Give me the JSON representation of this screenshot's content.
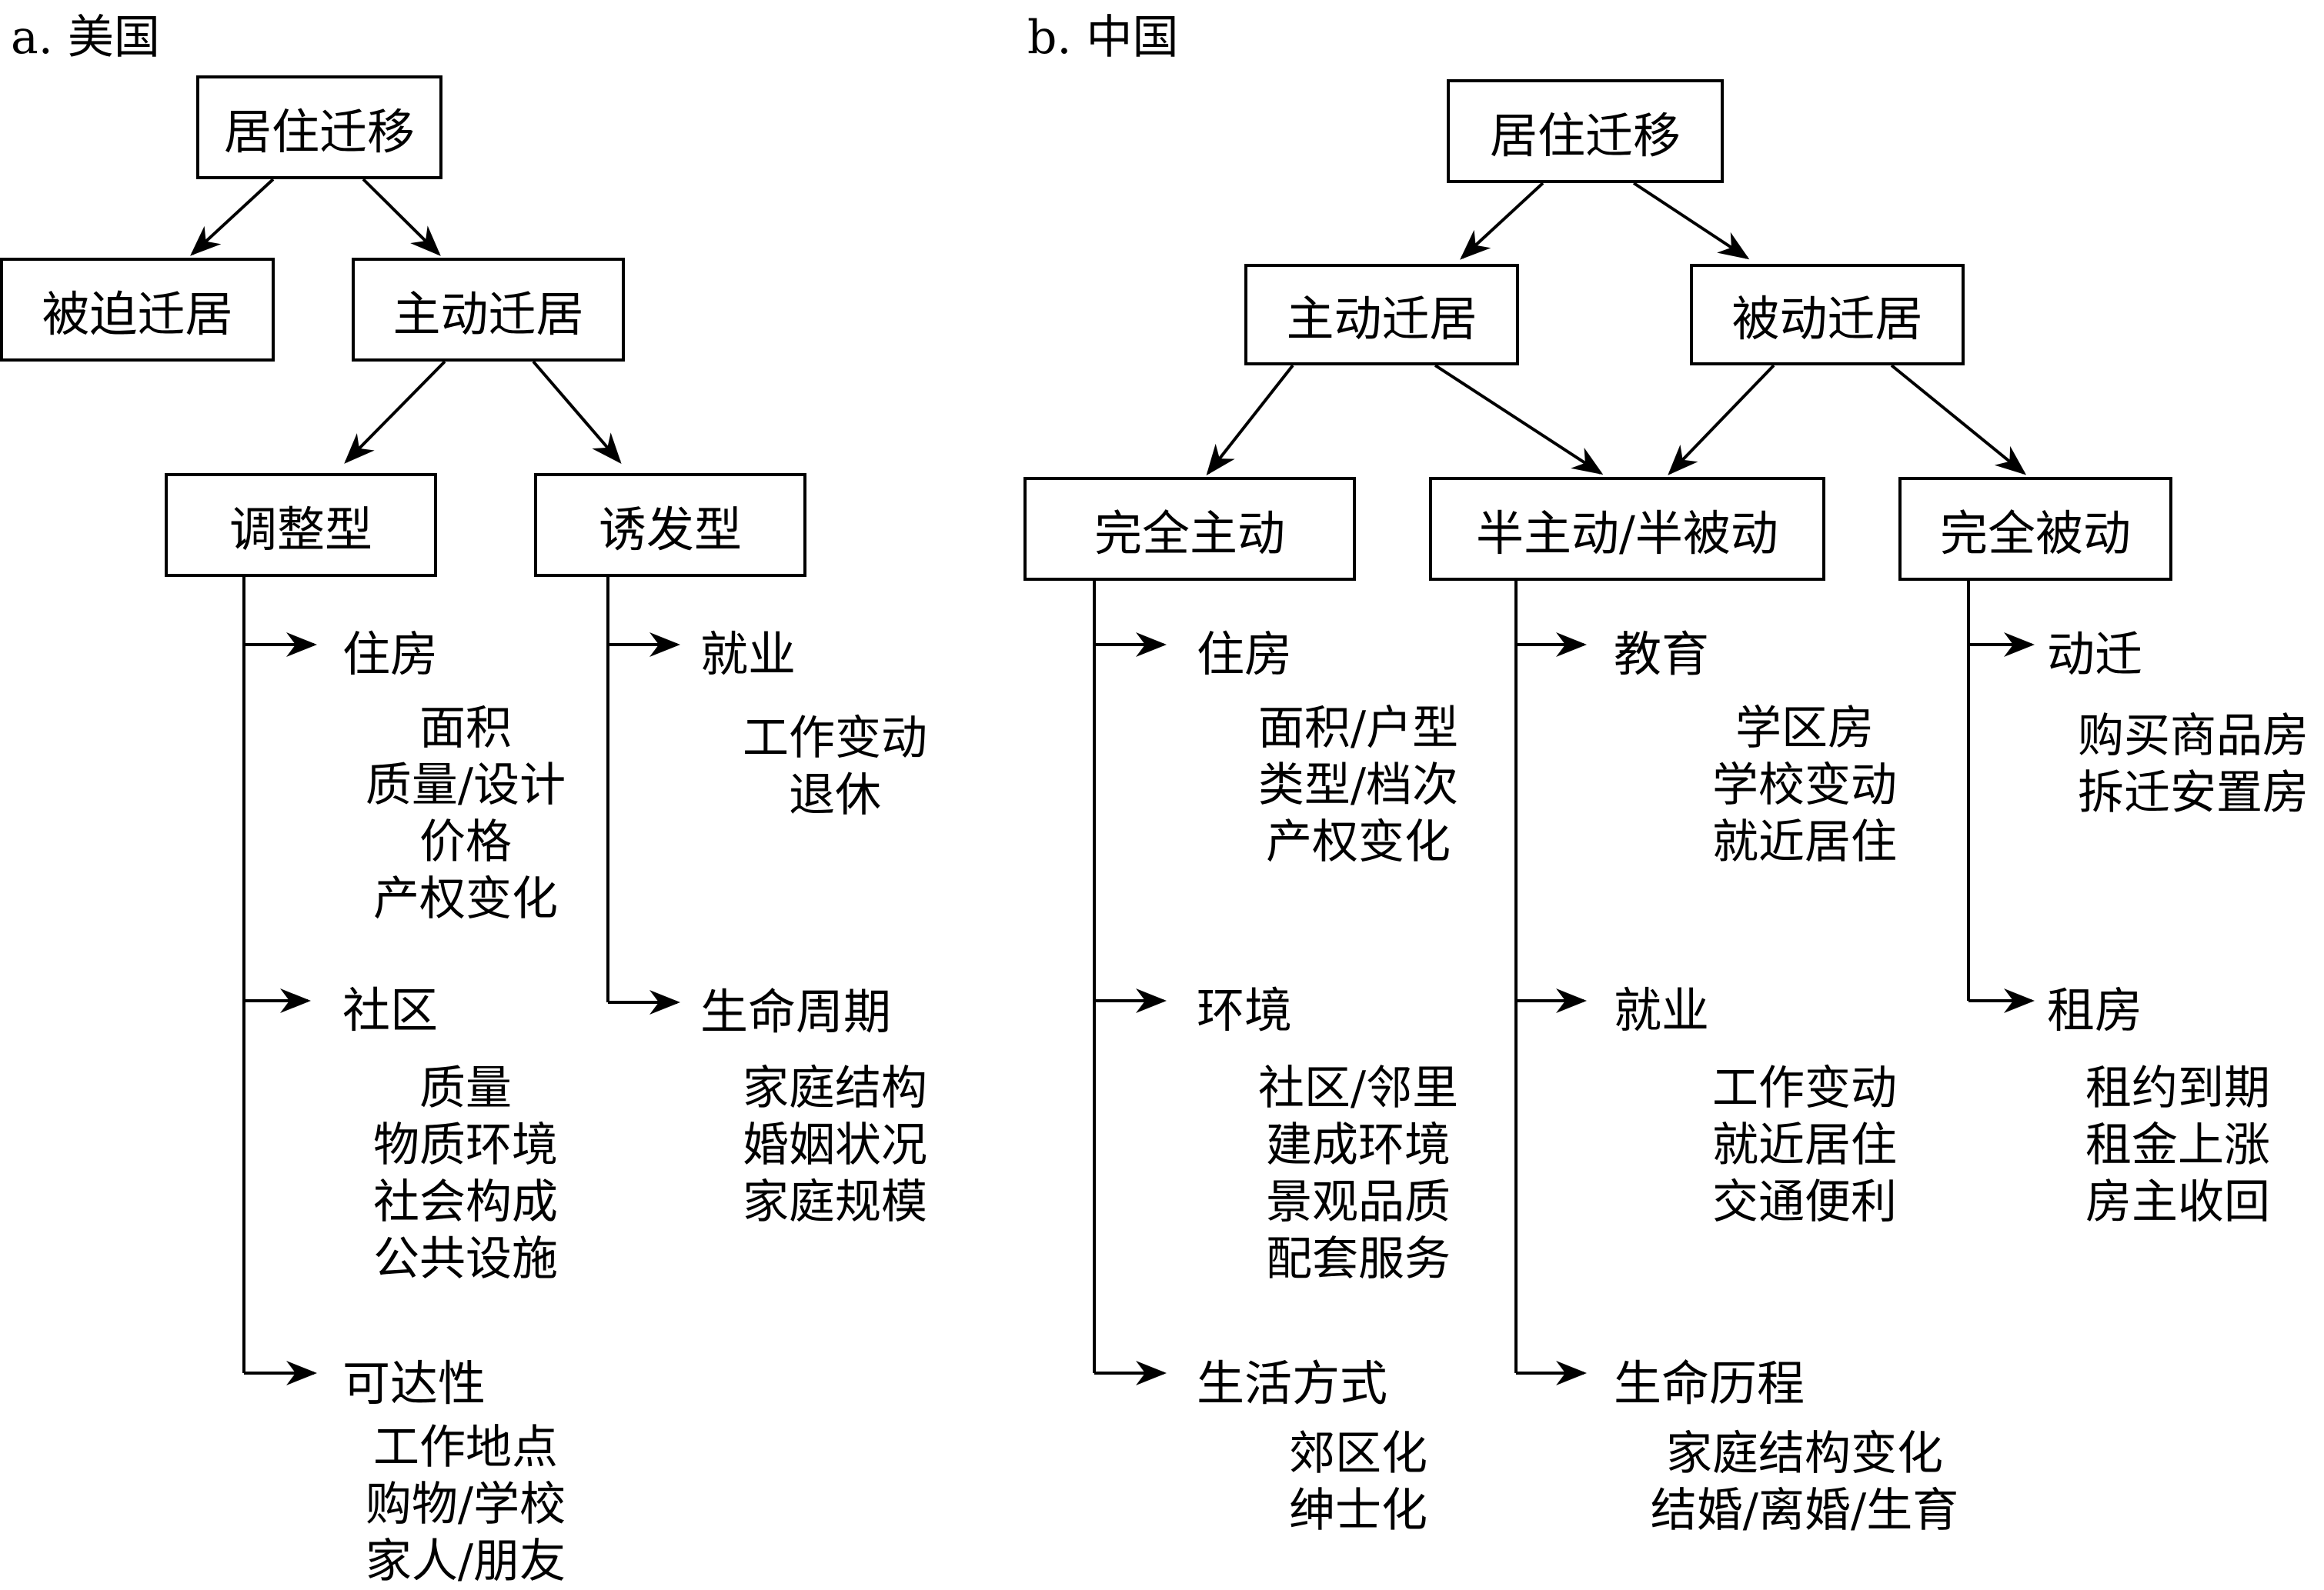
{
  "panel_a": {
    "title": "a. 美国",
    "root": "居住迁移",
    "level1": [
      "被迫迁居",
      "主动迁居"
    ],
    "level2": [
      "调整型",
      "诱发型"
    ],
    "adjust": [
      {
        "label": "住房",
        "items": "面积\n质量/设计\n价格\n产权变化"
      },
      {
        "label": "社区",
        "items": "质量\n物质环境\n社会构成\n公共设施"
      },
      {
        "label": "可达性",
        "items": "工作地点\n购物/学校\n家人/朋友"
      }
    ],
    "induce": [
      {
        "label": "就业",
        "items": "工作变动\n退休"
      },
      {
        "label": "生命周期",
        "items": "家庭结构\n婚姻状况\n家庭规模"
      }
    ]
  },
  "panel_b": {
    "title": "b. 中国",
    "root": "居住迁移",
    "level1": [
      "主动迁居",
      "被动迁居"
    ],
    "level2": [
      "完全主动",
      "半主动/半被动",
      "完全被动"
    ],
    "full_active": [
      {
        "label": "住房",
        "items": "面积/户型\n类型/档次\n产权变化"
      },
      {
        "label": "环境",
        "items": "社区/邻里\n建成环境\n景观品质\n配套服务"
      },
      {
        "label": "生活方式",
        "items": "郊区化\n绅士化"
      }
    ],
    "semi": [
      {
        "label": "教育",
        "items": "学区房\n学校变动\n就近居住"
      },
      {
        "label": "就业",
        "items": "工作变动\n就近居住\n交通便利"
      },
      {
        "label": "生命历程",
        "items": "家庭结构变化\n结婚/离婚/生育"
      }
    ],
    "full_passive": [
      {
        "label": "动迁",
        "items": "购买商品房\n拆迁安置房"
      },
      {
        "label": "租房",
        "items": "租约到期\n租金上涨\n房主收回"
      }
    ]
  }
}
